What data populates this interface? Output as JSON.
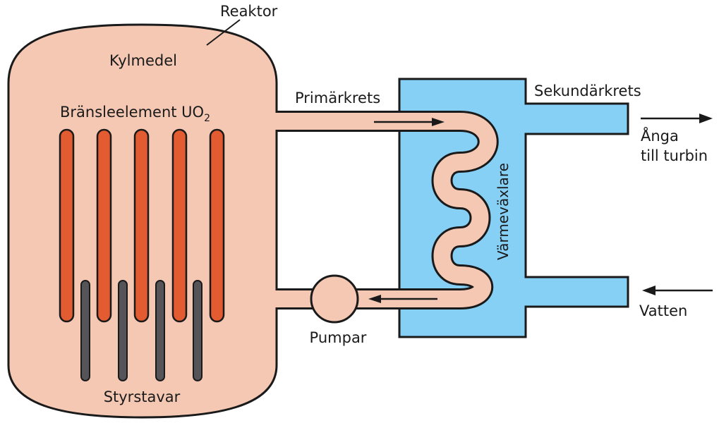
{
  "labels": {
    "reactor": "Reaktor",
    "coolant": "Kylmedel",
    "fuel_elements": "Bränsleelement UO",
    "fuel_subscript": "2",
    "control_rods": "Styrstavar",
    "primary_circuit": "Primärkrets",
    "secondary_circuit": "Sekundärkrets",
    "heat_exchanger": "Värmeväxlare",
    "pumps": "Pumpar",
    "steam_line1": "Ånga",
    "steam_line2": "till turbin",
    "water": "Vatten"
  },
  "colors": {
    "reactor_fill": "#f5c8b4",
    "fuel_rod": "#e35b30",
    "control_rod": "#555559",
    "heat_exchanger_fill": "#86cff5",
    "outline": "#1a1a1a"
  }
}
